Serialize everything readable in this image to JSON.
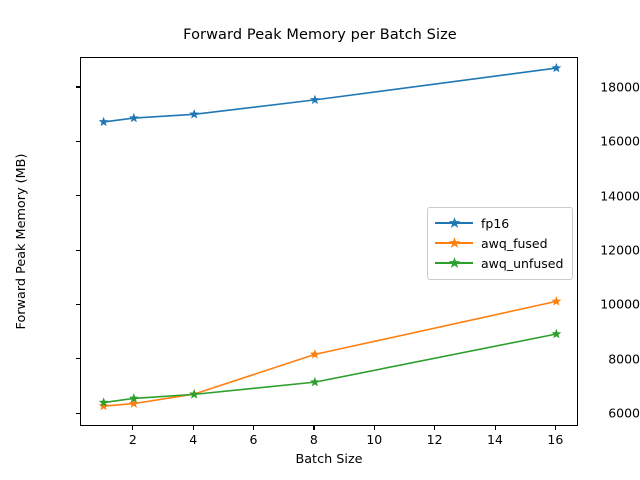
{
  "chart_data": {
    "type": "line",
    "title": "Forward Peak Memory per Batch Size",
    "xlabel": "Batch Size",
    "ylabel": "Forward Peak Memory (MB)",
    "x": [
      1,
      2,
      4,
      8,
      16
    ],
    "xlim": [
      0.25,
      16.75
    ],
    "ylim": [
      5530,
      19100
    ],
    "xticks": [
      2,
      4,
      6,
      8,
      10,
      12,
      14,
      16
    ],
    "yticks": [
      6000,
      8000,
      10000,
      12000,
      14000,
      16000,
      18000
    ],
    "grid": false,
    "legend_position": "center right",
    "marker": "star",
    "series": [
      {
        "name": "fp16",
        "color": "#1f77b4",
        "values": [
          16750,
          16890,
          17030,
          17560,
          18730
        ]
      },
      {
        "name": "awq_fused",
        "color": "#ff7f0e",
        "values": [
          6300,
          6390,
          6740,
          8200,
          10150
        ]
      },
      {
        "name": "awq_unfused",
        "color": "#2ca02c",
        "values": [
          6430,
          6580,
          6730,
          7180,
          8950
        ]
      }
    ]
  },
  "figure": {
    "background": "#ffffff",
    "axes_edge_color": "#000000",
    "legend_frame_color": "#cccccc"
  }
}
